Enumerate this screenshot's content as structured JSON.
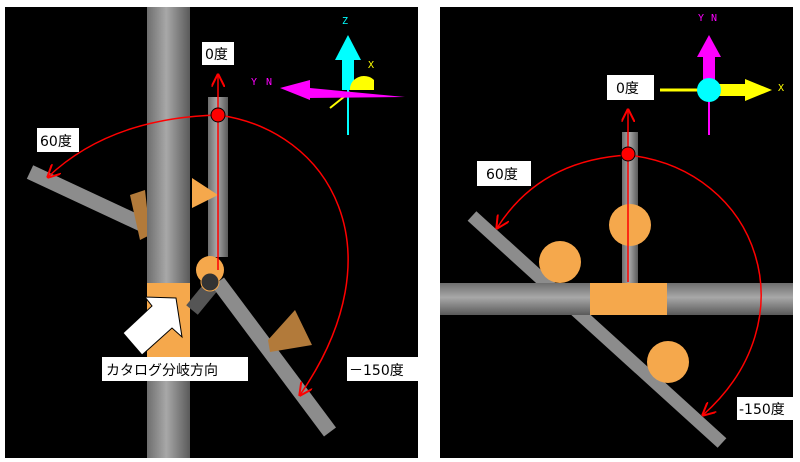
{
  "left_view": {
    "labels": {
      "zero": "0度",
      "sixty": "60度",
      "minus150": "－150度",
      "catalog_direction": "カタログ分岐方向"
    },
    "axes": {
      "z": "Z",
      "x": "X",
      "y": "Y",
      "n": "N"
    }
  },
  "right_view": {
    "labels": {
      "zero": "0度",
      "sixty": "60度",
      "minus150": "-150度"
    },
    "axes": {
      "x": "X",
      "y": "Y",
      "n": "N"
    }
  },
  "colors": {
    "background": "#000000",
    "pipe": "#8c8c8c",
    "fitting": "#f5a84c",
    "arc": "#ff0000",
    "axis_z": "#00ffff",
    "axis_y": "#ff00ff",
    "axis_x": "#ffff00"
  }
}
